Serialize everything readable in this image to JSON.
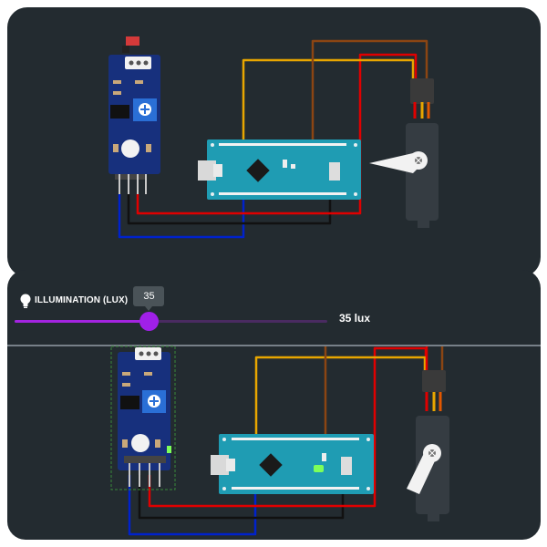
{
  "control": {
    "label": "ILLUMINATION (LUX)",
    "icon": "lightbulb-icon",
    "slider_value": "35",
    "slider_fraction": 0.43,
    "value_text": "35 lux",
    "accent_color": "#a020e8"
  },
  "colors": {
    "background": "#232b30",
    "board": "#1f9cb3",
    "sensor": "#17307d",
    "wire_red": "#e00000",
    "wire_black": "#111111",
    "wire_blue": "#0022cc",
    "wire_yellow": "#e8a600",
    "wire_brown": "#8b4513",
    "servo": "#353c42"
  }
}
